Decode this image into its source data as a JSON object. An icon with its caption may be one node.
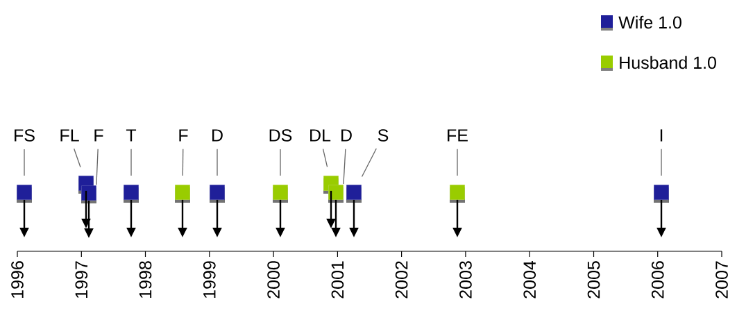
{
  "diagram": {
    "nodes": [
      {
        "text": [
          "FS"
        ]
      },
      {
        "text": [],
        "shape": "box"
      },
      {
        "text": [
          "FL"
        ]
      },
      {
        "text": [],
        "shape": "box"
      },
      {
        "text": [
          "F"
        ]
      },
      {
        "text": [],
        "shape": "box"
      },
      {
        "text": [
          "T"
        ]
      },
      {
        "text": [],
        "shape": "box"
      },
      {
        "text": [
          "F"
        ]
      },
      {
        "text": [],
        "shape": "box"
      },
      {
        "text": [
          "D"
        ]
      },
      {
        "text": [],
        "shape": "box"
      },
      {
        "text": [
          "DS"
        ]
      },
      {
        "text": [],
        "shape": "box"
      },
      {
        "text": [
          "DL"
        ]
      },
      {
        "text": [],
        "shape": "box"
      },
      {
        "text": [
          "D"
        ]
      },
      {
        "text": [],
        "shape": "box"
      },
      {
        "text": [
          "S"
        ]
      },
      {
        "text": [],
        "shape": "box"
      },
      {
        "text": [
          "FE"
        ]
      },
      {
        "text": [],
        "shape": "box"
      },
      {
        "text": [
          "I"
        ]
      },
      {
        "text": [],
        "shape": "box"
      }
    ],
    "edges": [
      {
        "from": 0,
        "to": 1,
        "arrow": "none"
      },
      {
        "from": 1,
        "to": null,
        "arrow": "to",
        "color": "#000000"
      },
      {
        "from": 2,
        "to": 3,
        "arrow": "none"
      },
      {
        "from": 3,
        "to": null,
        "arrow": "to",
        "color": "#000000"
      },
      {
        "from": 4,
        "to": 5,
        "arrow": "none"
      },
      {
        "from": 5,
        "to": null,
        "arrow": "to",
        "color": "#000000"
      },
      {
        "from": 6,
        "to": 7,
        "arrow": "none"
      },
      {
        "from": 7,
        "to": null,
        "arrow": "to",
        "color": "#000000"
      },
      {
        "from": 8,
        "to": 9,
        "arrow": "none"
      },
      {
        "from": 9,
        "to": null,
        "arrow": "to",
        "color": "#000000"
      },
      {
        "from": 10,
        "to": 11,
        "arrow": "none"
      },
      {
        "from": 11,
        "to": null,
        "arrow": "to",
        "color": "#000000"
      },
      {
        "from": 12,
        "to": 13,
        "arrow": "none"
      },
      {
        "from": 13,
        "to": null,
        "arrow": "to",
        "color": "#000000"
      },
      {
        "from": 14,
        "to": 15,
        "arrow": "none"
      },
      {
        "from": 15,
        "to": null,
        "arrow": "to",
        "color": "#000000"
      },
      {
        "from": 16,
        "to": 17,
        "arrow": "none"
      },
      {
        "from": 17,
        "to": null,
        "arrow": "to",
        "color": "#000000"
      },
      {
        "from": 18,
        "to": 19,
        "arrow": "none"
      },
      {
        "from": 19,
        "to": null,
        "arrow": "to",
        "color": "#000000"
      },
      {
        "from": 20,
        "to": 21,
        "arrow": "none"
      },
      {
        "from": 21,
        "to": null,
        "arrow": "to",
        "color": "#000000"
      },
      {
        "from": 22,
        "to": 23,
        "arrow": "none"
      },
      {
        "from": 23,
        "to": null,
        "arrow": "to",
        "color": "#000000"
      }
    ],
    "labels": [
      "1996",
      "1997",
      "1998",
      "1999",
      "2000",
      "2001",
      "2002",
      "2003",
      "2004",
      "2005",
      "2006",
      "2007"
    ],
    "legend": [
      {
        "text": "Wife 1.0",
        "color": "#1f1f99"
      },
      {
        "text": "Husband 1.0",
        "color": "#99cc00"
      }
    ]
  }
}
